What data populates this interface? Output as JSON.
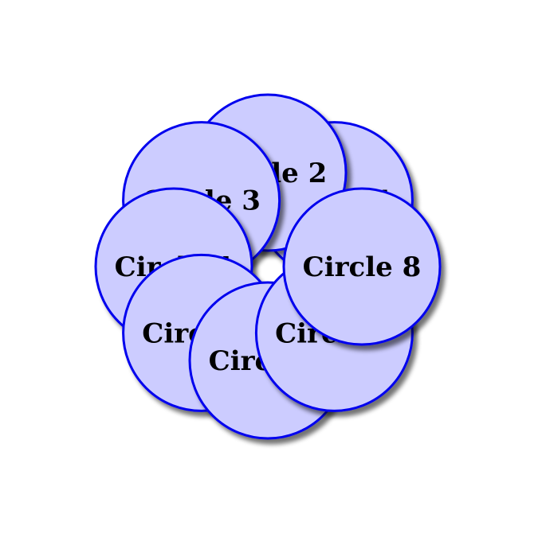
{
  "diagram": {
    "fill_color": "#ccccff",
    "stroke_color": "#0000ee",
    "shadow_color": "#8a8a8a",
    "circles": [
      {
        "label": "Circle 1"
      },
      {
        "label": "Circle 2"
      },
      {
        "label": "Circle 3"
      },
      {
        "label": "Circle 4"
      },
      {
        "label": "Circle 5"
      },
      {
        "label": "Circle 6"
      },
      {
        "label": "Circle 7"
      },
      {
        "label": "Circle 8"
      }
    ]
  }
}
